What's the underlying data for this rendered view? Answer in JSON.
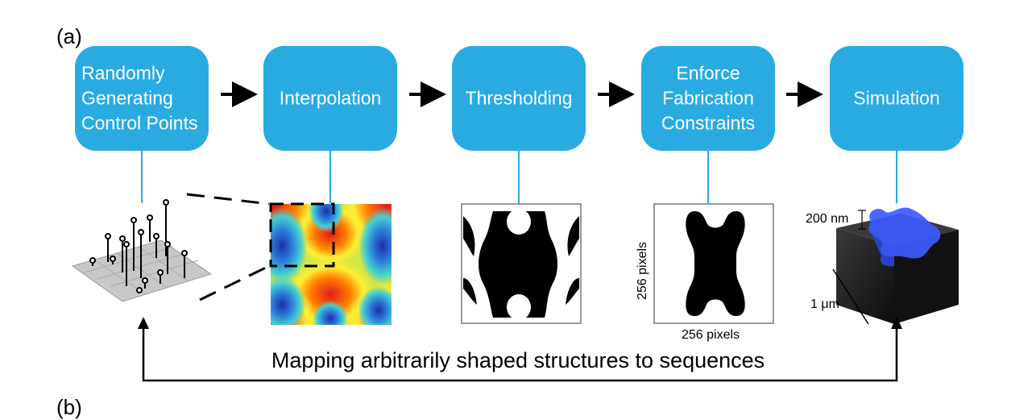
{
  "figure": {
    "panel_a_label": "(a)",
    "panel_b_label": "(b)",
    "steps": [
      {
        "label": "Randomly\nGenerating\nControl Points",
        "align": "left"
      },
      {
        "label": "Interpolation",
        "align": "center"
      },
      {
        "label": "Thresholding",
        "align": "center"
      },
      {
        "label": "Enforce\nFabrication\nConstraints",
        "align": "center"
      },
      {
        "label": "Simulation",
        "align": "center"
      }
    ],
    "caption": "Mapping arbitrarily shaped structures to sequences",
    "annotations": {
      "pixels_vertical": "256 pixels",
      "pixels_horizontal": "256 pixels",
      "height_label": "200 nm",
      "width_label": "1 μm"
    },
    "colors": {
      "step_fill": "#29abe2",
      "step_text": "#ffffff",
      "connector": "#29abe2",
      "block": "#1a1a1a",
      "top_pattern": "#3b5bff",
      "grid_plane": "#c8c8c8"
    }
  }
}
